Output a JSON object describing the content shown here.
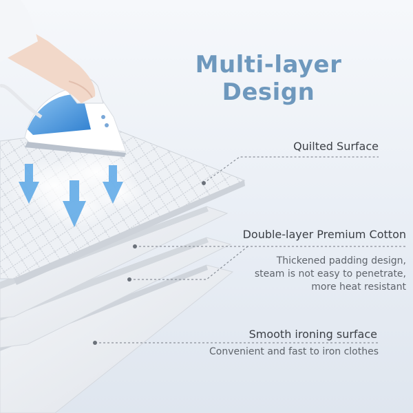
{
  "title": "Multi-layer Design",
  "callouts": {
    "quilted": "Quilted Surface",
    "cotton": "Double-layer Premium Cotton",
    "cotton_desc_lines": [
      "Thickened padding design,",
      "steam is not easy to penetrate,",
      "more heat resistant"
    ],
    "smooth": "Smooth ironing surface",
    "smooth_desc": "Convenient and fast to iron clothes"
  },
  "colors": {
    "title": "#6e98bd",
    "iron_blue": "#3f8fd8",
    "arrow_blue": "#5aa7e6",
    "text": "#3b3f45"
  }
}
